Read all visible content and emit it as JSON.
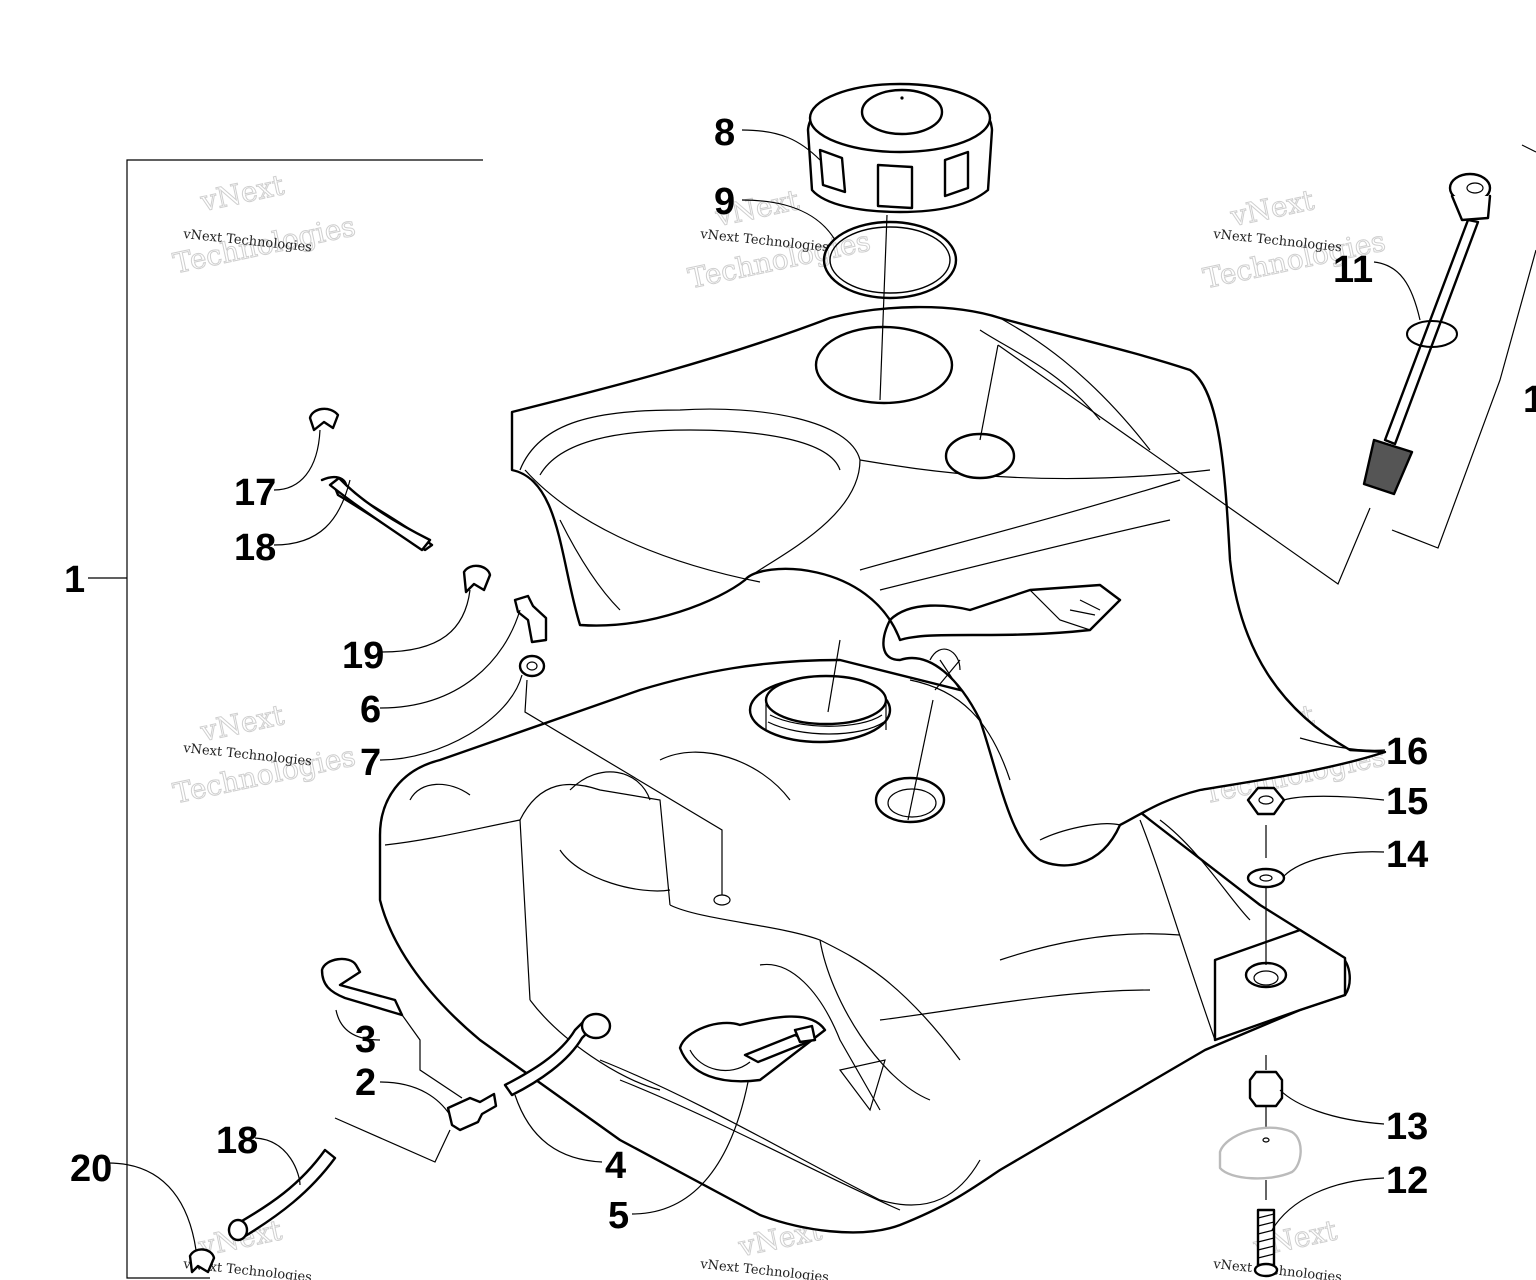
{
  "callouts": {
    "c1": "1",
    "c2": "2",
    "c3": "3",
    "c4": "4",
    "c5": "5",
    "c6": "6",
    "c7": "7",
    "c8": "8",
    "c9": "9",
    "c10": "1",
    "c11": "11",
    "c12": "12",
    "c13": "13",
    "c14": "14",
    "c15": "15",
    "c16": "16",
    "c17": "17",
    "c18a": "18",
    "c18b": "18",
    "c19": "19",
    "c20": "20"
  },
  "watermark": {
    "small": "vNext Technologies",
    "big_top": "vNext",
    "big_bottom": "Technologies"
  }
}
